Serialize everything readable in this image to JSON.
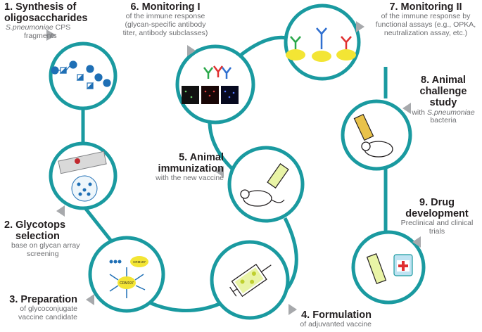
{
  "colors": {
    "ring": "#1a9aa0",
    "arrow": "#a7a9ac",
    "subtext": "#6d6e71",
    "glycan_blue": "#1f6fb5",
    "conjugate_yellow": "#f3e534"
  },
  "steps": [
    {
      "title_line1": "1. Synthesis of",
      "title_line2": "oligosaccharides",
      "sub_italic": "S.pneumoniae",
      "sub_rest": " CPS",
      "sub_line2": "fragments"
    },
    {
      "title_line1": "2. Glycotops",
      "title_line2": "selection",
      "sub_line1": "base on glycan array",
      "sub_line2": "screening"
    },
    {
      "title_line1": "3. Preparation",
      "sub_line1": "of glycoconjugate",
      "sub_line2": "vaccine candidate"
    },
    {
      "title_line1": "4. Formulation",
      "sub_line1": "of adjuvanted vaccine"
    },
    {
      "title_line1": "5. Animal",
      "title_line2": "immunization",
      "sub_line1": "with the new vaccine"
    },
    {
      "title_line1": "6. Monitoring I",
      "sub_line1": "of the immune response",
      "sub_line2": "(glycan-specific antibody",
      "sub_line3": "titer, antibody subclasses)"
    },
    {
      "title_line1": "7. Monitoring II",
      "sub_line1": "of the immune response by",
      "sub_line2": "functional assays (e.g., OPKA,",
      "sub_line3": "neutralization assay, etc.)"
    },
    {
      "title_line1": "8. Animal",
      "title_line2": "challenge study",
      "sub_pre": "with ",
      "sub_italic": "S.pneumoniae",
      "sub_line2": "bacteria"
    },
    {
      "title_line1": "9. Drug",
      "title_line2": "development",
      "sub_line1": "Preclinical and clinical",
      "sub_line2": "trials"
    }
  ],
  "icons": {
    "crm": "CRM197",
    "crm_small": "CRM197",
    "pneumo": "S.pneumoniae"
  }
}
